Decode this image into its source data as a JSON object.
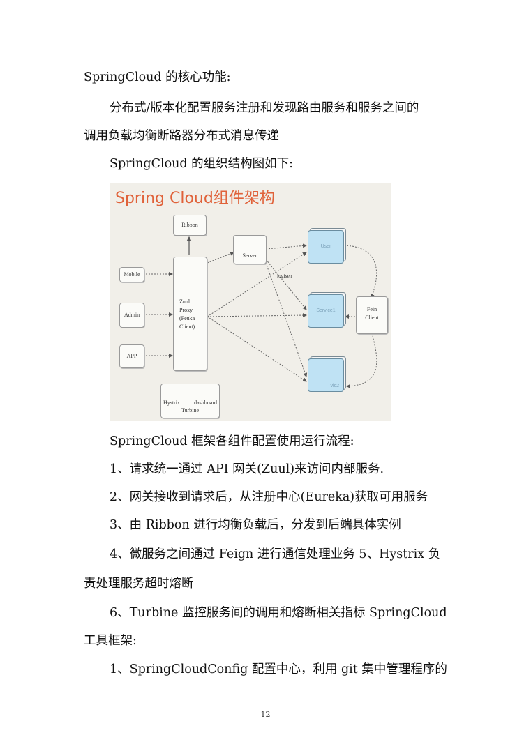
{
  "lines": [
    "SpringCloud 的核心功能:",
    "分布式/版本化配置服务注册和发现路由服务和服务之间的",
    "调用负载均衡断路器分布式消息传递",
    "SpringCloud 的组织结构图如下:",
    "SpringCloud 框架各组件配置使用运行流程:",
    "1、请求统一通过 API 网关(Zuul)来访问内部服务.",
    "2、网关接收到请求后，从注册中心(Eureka)获取可用服务",
    "3、由 Ribbon 进行均衡负载后，分发到后端具体实例",
    "4、微服务之间通过 Feign 进行通信处理业务 5、Hystrix 负",
    "责处理服务超时熔断",
    "6、Turbine 监控服务间的调用和熔断相关指标 SpringCloud",
    "工具框架:",
    "1、SpringCloudConfig 配置中心，利用 git 集中管理程序的"
  ],
  "figure": {
    "title": "Spring Cloud组件架构",
    "ribbon": "Ribbon",
    "server": "Server",
    "mobile": "Mobile",
    "admin": "Admin",
    "app": "APP",
    "zuul": [
      "Zuul",
      "Proxy",
      "(Feuka",
      "Client)"
    ],
    "logging": "logisen",
    "user": "User",
    "service1": "Service1",
    "service2": "vic2",
    "fein": [
      "Fein",
      "Client"
    ],
    "hystrix": "Hystrix",
    "dashboard": "dashboard",
    "turbine": "Turbine"
  },
  "page_number": "12"
}
